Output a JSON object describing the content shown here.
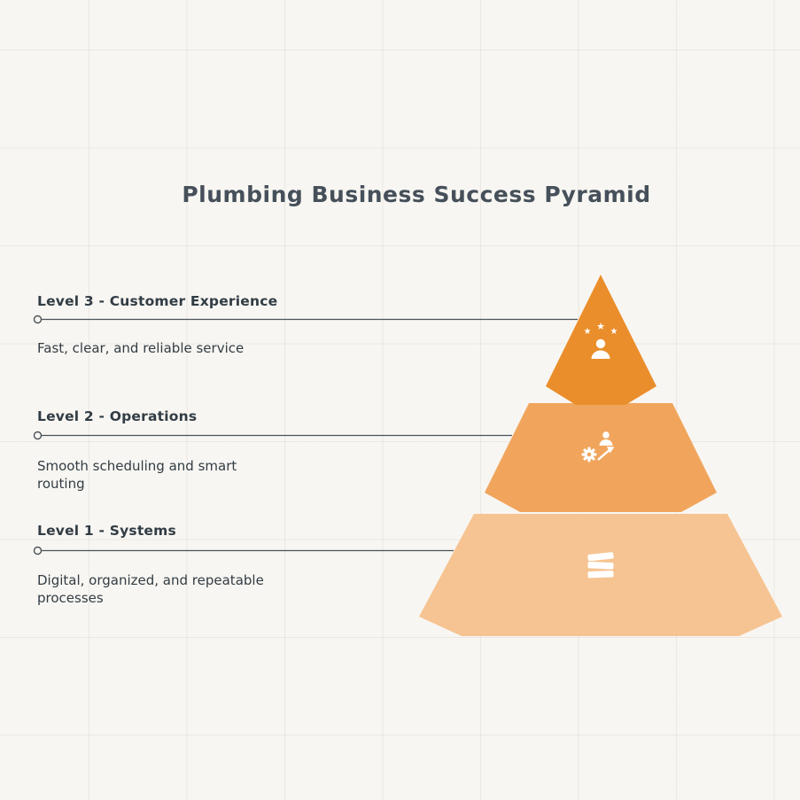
{
  "title": "Plumbing Business Success Pyramid",
  "colors": {
    "background": "#F8F6F2",
    "grid_line": "#ECE9E3",
    "title_text": "#46505A",
    "body_text": "#313C44",
    "connector_line": "#4A5258",
    "icon": "#FFFFFF"
  },
  "pyramid": {
    "levels": [
      {
        "id": 3,
        "label": "Level 3 - Customer Experience",
        "description": "Fast, clear, and reliable service",
        "color": "#EA8E2B",
        "icon": "customer-experience-icon"
      },
      {
        "id": 2,
        "label": "Level 2 - Operations",
        "description": "Smooth scheduling and smart\nrouting",
        "color": "#F1A55C",
        "icon": "operations-icon"
      },
      {
        "id": 1,
        "label": "Level 1 - Systems",
        "description": "Digital, organized, and repeatable\nprocesses",
        "color": "#F6C492",
        "icon": "systems-icon"
      }
    ]
  },
  "icons": {
    "star": "★"
  }
}
